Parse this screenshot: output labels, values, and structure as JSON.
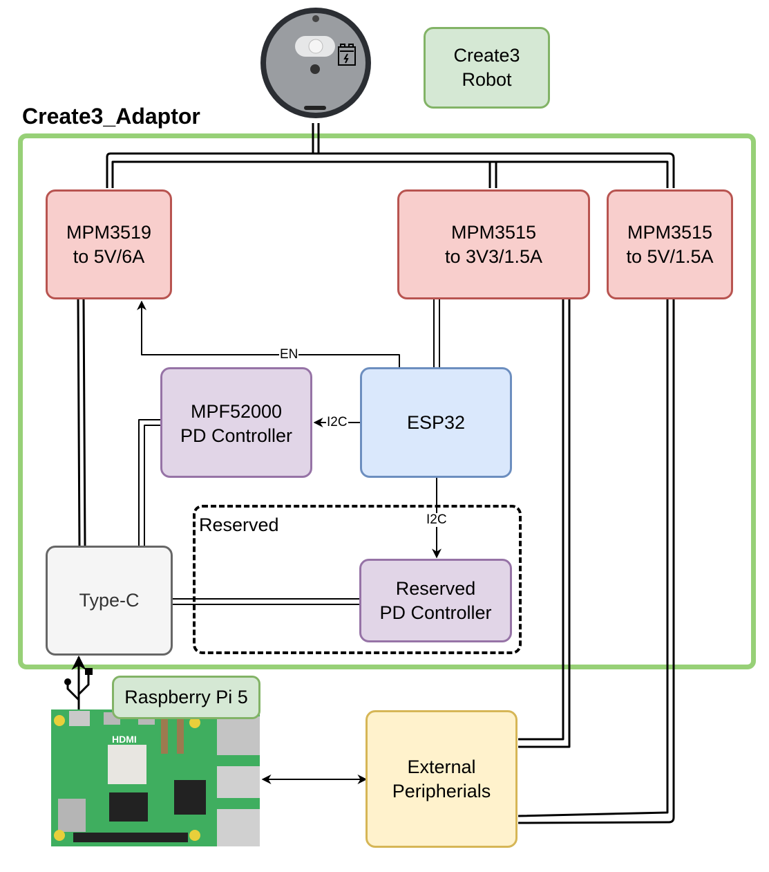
{
  "diagram": {
    "container_title": "Create3_Adaptor",
    "reserved_group_label": "Reserved",
    "nodes": {
      "create3_robot": {
        "label": "Create3\nRobot",
        "icon": "robot-vacuum-image"
      },
      "mpm3519": {
        "label": "MPM3519\nto 5V/6A"
      },
      "mpm3515_3v3": {
        "label": "MPM3515\nto 3V3/1.5A"
      },
      "mpm3515_5v": {
        "label": "MPM3515\nto 5V/1.5A"
      },
      "mpf52000": {
        "label": "MPF52000\nPD Controller"
      },
      "esp32": {
        "label": "ESP32"
      },
      "type_c": {
        "label": "Type-C"
      },
      "reserved_pd": {
        "label": "Reserved\nPD Controller"
      },
      "raspberry_pi": {
        "label": "Raspberry Pi 5",
        "icon": "raspberry-pi-board-image"
      },
      "external_peripherals": {
        "label": "External\nPeripherials"
      }
    },
    "edges": {
      "en": {
        "label": "EN",
        "from": "ESP32",
        "to": "MPM3519"
      },
      "i2c_mpf": {
        "label": "I2C",
        "from": "ESP32",
        "to": "MPF52000 PD Controller"
      },
      "i2c_reserved": {
        "label": "I2C",
        "from": "ESP32",
        "to": "Reserved PD Controller"
      },
      "usb": {
        "from": "Raspberry Pi 5",
        "to": "Type-C",
        "icon": "usb-icon"
      },
      "pi_peripherals": {
        "from": "Raspberry Pi 5",
        "to": "External Peripherials",
        "bidirectional": true
      }
    },
    "colors": {
      "adaptor_frame": "#97d077",
      "power_fill": "#f8cecc",
      "power_stroke": "#b85450",
      "pd_fill": "#e1d5e7",
      "pd_stroke": "#9673a6",
      "mcu_fill": "#dae8fc",
      "mcu_stroke": "#6c8ebf",
      "green_fill": "#d5e8d4",
      "green_stroke": "#82b366",
      "yellow_fill": "#fff2cc",
      "yellow_stroke": "#d6b656",
      "gray_fill": "#f5f5f5",
      "gray_stroke": "#666666"
    }
  }
}
